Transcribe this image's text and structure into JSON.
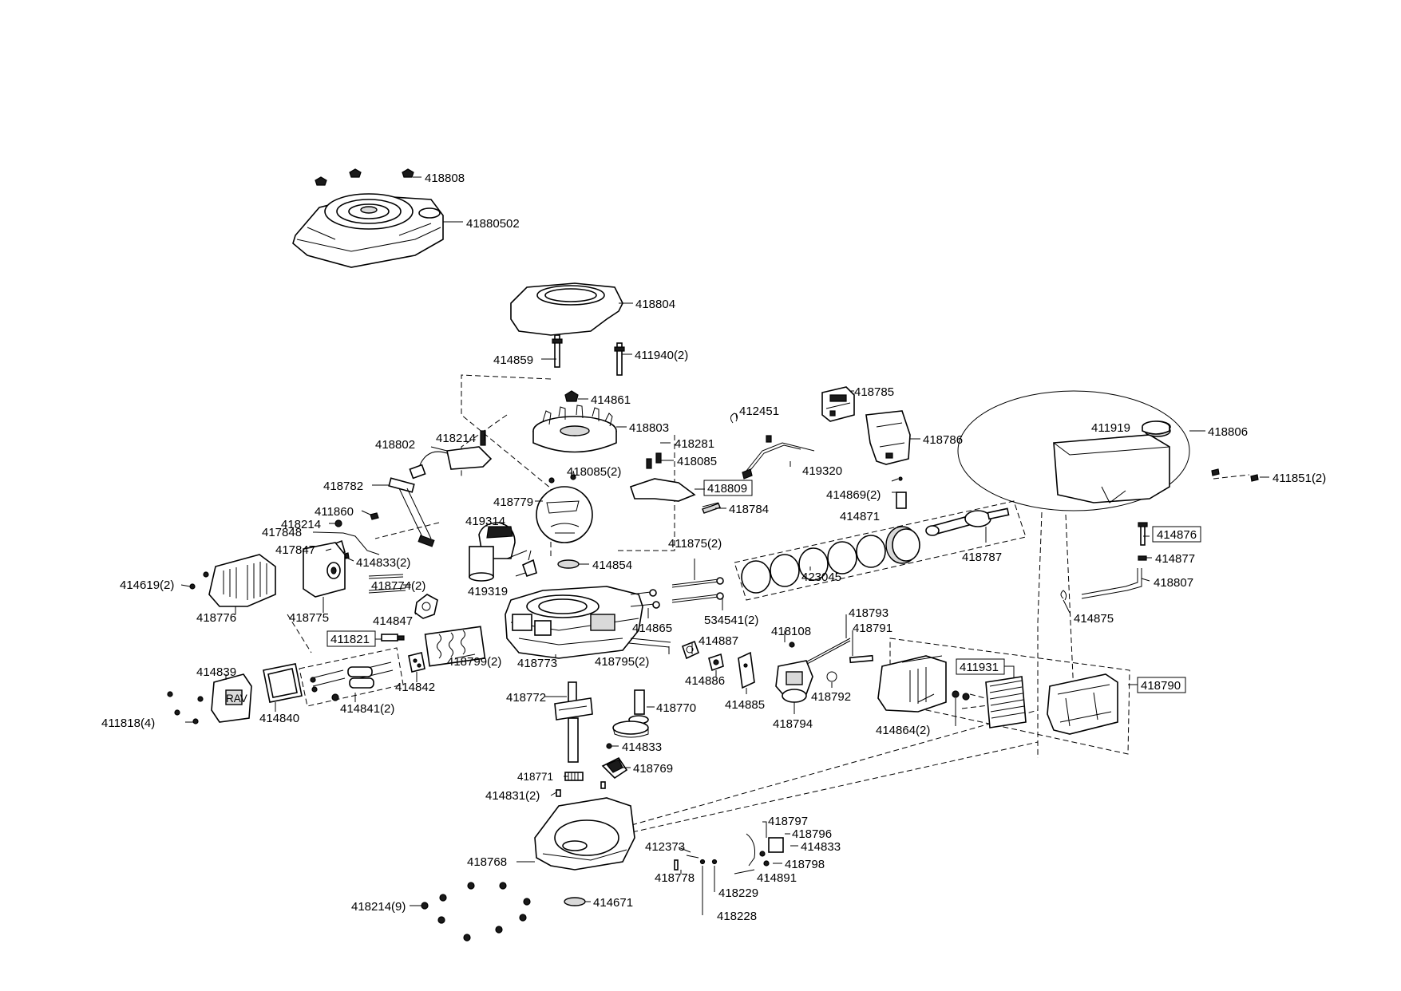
{
  "labels": {
    "l418808": "418808",
    "l41880502": "41880502",
    "l418804": "418804",
    "l414859": "414859",
    "l411940": "411940(2)",
    "l414861": "414861",
    "l418803": "418803",
    "l418802": "418802",
    "l418214a": "418214",
    "l418281": "418281",
    "l418085a": "418085",
    "l418809": "418809",
    "l418784": "418784",
    "l418085b": "418085(2)",
    "l418779": "418779",
    "l412451": "412451",
    "l418785": "418785",
    "l418786": "418786",
    "l419320": "419320",
    "l418806": "418806",
    "l411919": "411919",
    "l411851": "411851(2)",
    "l418782": "418782",
    "l411860": "411860",
    "l418214b": "418214",
    "l419314": "419314",
    "l417848": "417848",
    "l417847": "417847",
    "l414833a": "414833(2)",
    "l419319": "419319",
    "l414619": "414619(2)",
    "l418776": "418776",
    "l418775": "418775",
    "l418774": "418774(2)",
    "l414847": "414847",
    "l414854": "414854",
    "l411875": "411875(2)",
    "l414869": "414869(2)",
    "l414871": "414871",
    "l418787": "418787",
    "l423045": "423045",
    "l414876": "414876",
    "l414877": "414877",
    "l418807": "418807",
    "l414875": "414875",
    "l411821": "411821",
    "l418799": "418799(2)",
    "l414842": "414842",
    "l414841": "414841(2)",
    "l414839": "414839",
    "l414840": "414840",
    "l411818": "411818(4)",
    "l418773": "418773",
    "l414865": "414865",
    "l534541": "534541(2)",
    "l418108": "418108",
    "l418793": "418793",
    "l418791": "418791",
    "l418795": "418795(2)",
    "l414887": "414887",
    "l414886": "414886",
    "l414885": "414885",
    "l418794": "418794",
    "l418792": "418792",
    "l411931": "411931",
    "l418790": "418790",
    "l414864": "414864(2)",
    "l418772": "418772",
    "l418770": "418770",
    "l414833b": "414833",
    "l418769": "418769",
    "l418771": "418771",
    "l414831": "414831(2)",
    "l418797": "418797",
    "l418796": "418796",
    "l414833c": "414833",
    "l412373": "412373",
    "l418798": "418798",
    "l418768": "418768",
    "l418778": "418778",
    "l414891": "414891",
    "l418229": "418229",
    "l414671": "414671",
    "l418214c": "418214(9)",
    "l418228": "418228"
  },
  "emblem": {
    "valve_cover_text": "RAV"
  }
}
